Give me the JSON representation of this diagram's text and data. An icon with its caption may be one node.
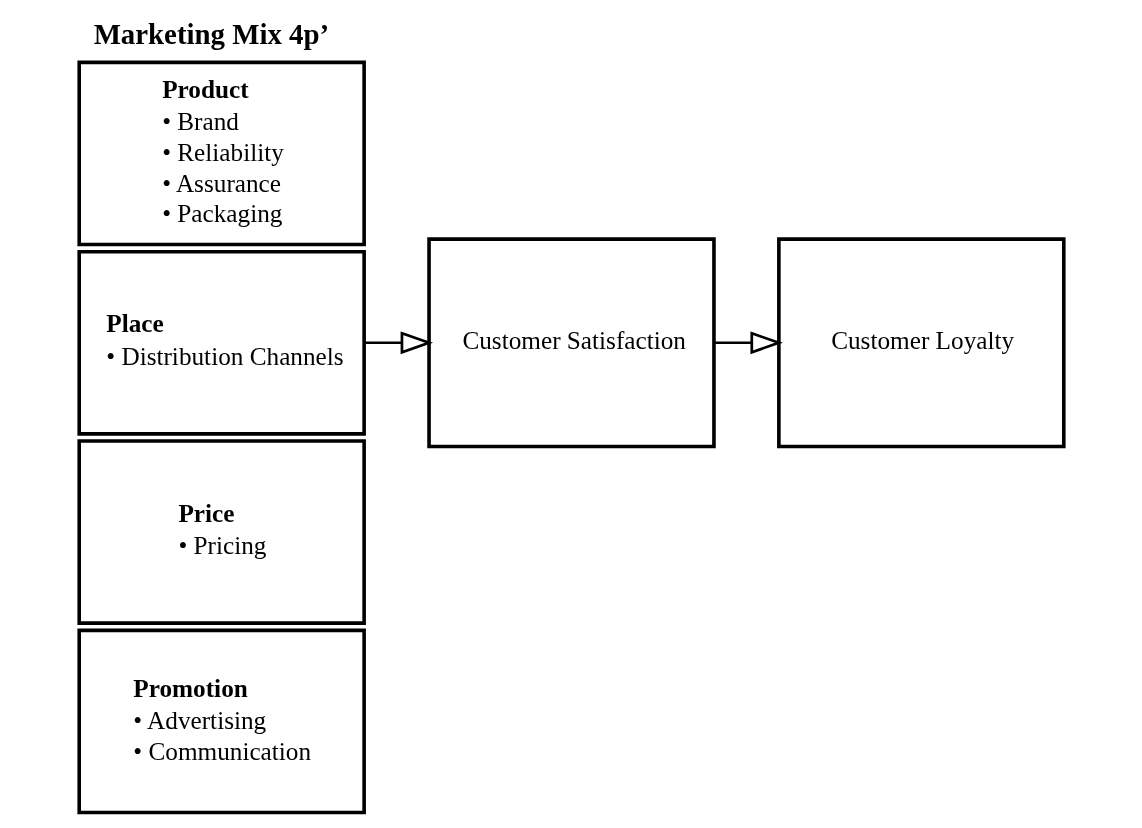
{
  "diagram": {
    "title": "Marketing Mix 4p’",
    "nodes": [
      {
        "text": [
          "Product",
          "• Brand",
          "• Reliability",
          "• Assurance",
          "• Packaging"
        ]
      },
      {
        "text": [
          "Place",
          "• Distribution Channels"
        ]
      },
      {
        "text": [
          "Price",
          "• Pricing"
        ]
      },
      {
        "text": [
          "Promotion",
          "• Advertising",
          "• Communication"
        ]
      },
      {
        "text": [
          "Customer Satisfaction"
        ]
      },
      {
        "text": [
          "Customer Loyalty"
        ]
      }
    ],
    "edges": [
      {
        "from": 1,
        "to": 4,
        "arrow": "to"
      },
      {
        "from": 4,
        "to": 5,
        "arrow": "to"
      }
    ]
  }
}
